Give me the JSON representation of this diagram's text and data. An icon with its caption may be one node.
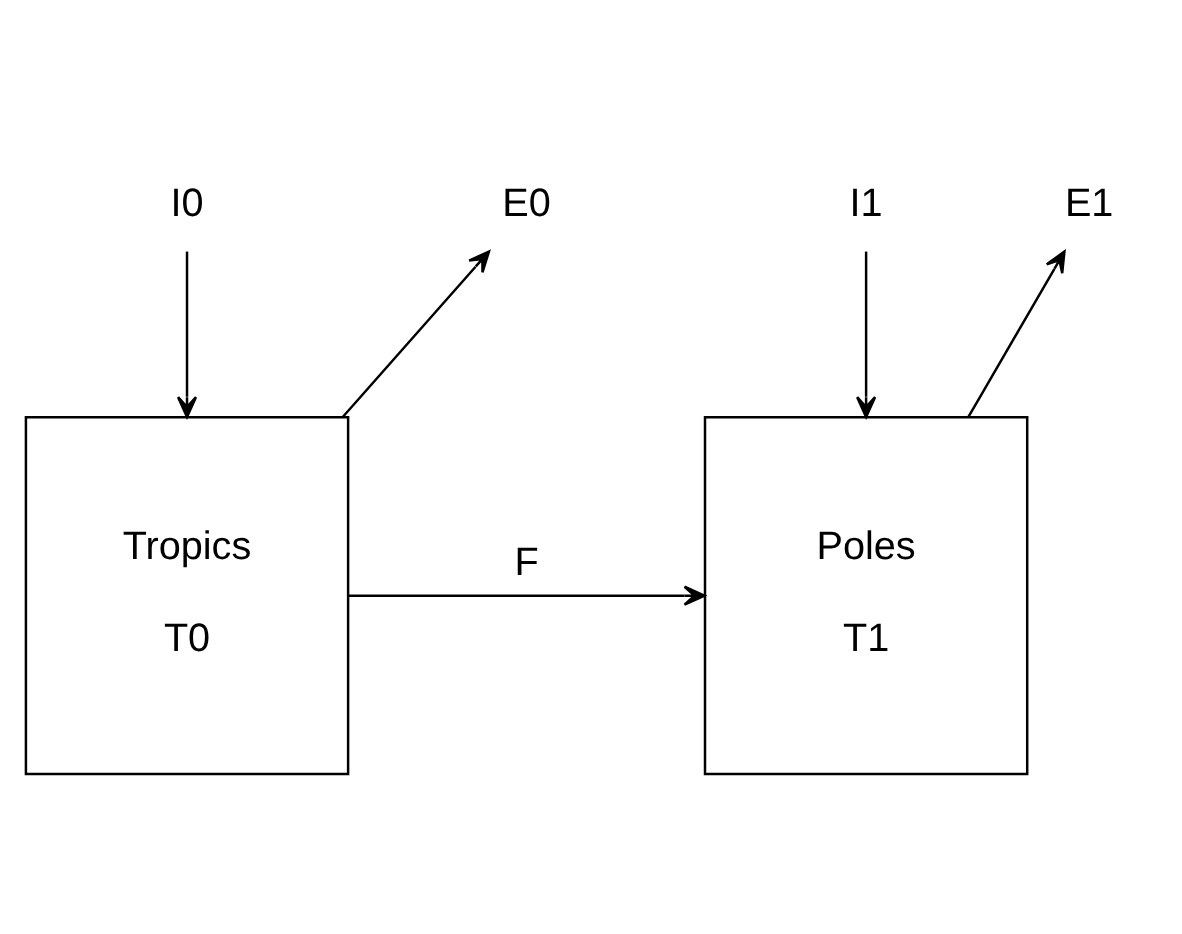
{
  "diagram": {
    "nodes": [
      {
        "text": [
          "I0"
        ]
      },
      {
        "text": [
          "E0"
        ]
      },
      {
        "text": [
          "I1"
        ]
      },
      {
        "text": [
          "E1"
        ]
      },
      {
        "text": [
          "Tropics",
          "T0"
        ]
      },
      {
        "text": [
          "Poles",
          "T1"
        ]
      }
    ],
    "edges": [
      {
        "from": 0,
        "to": 4,
        "arrow": "to"
      },
      {
        "from": 4,
        "to": 1,
        "arrow": "to"
      },
      {
        "from": 2,
        "to": 5,
        "arrow": "to"
      },
      {
        "from": 5,
        "to": 3,
        "arrow": "to"
      },
      {
        "from": 4,
        "to": 5,
        "arrow": "to",
        "label": "F"
      }
    ]
  }
}
